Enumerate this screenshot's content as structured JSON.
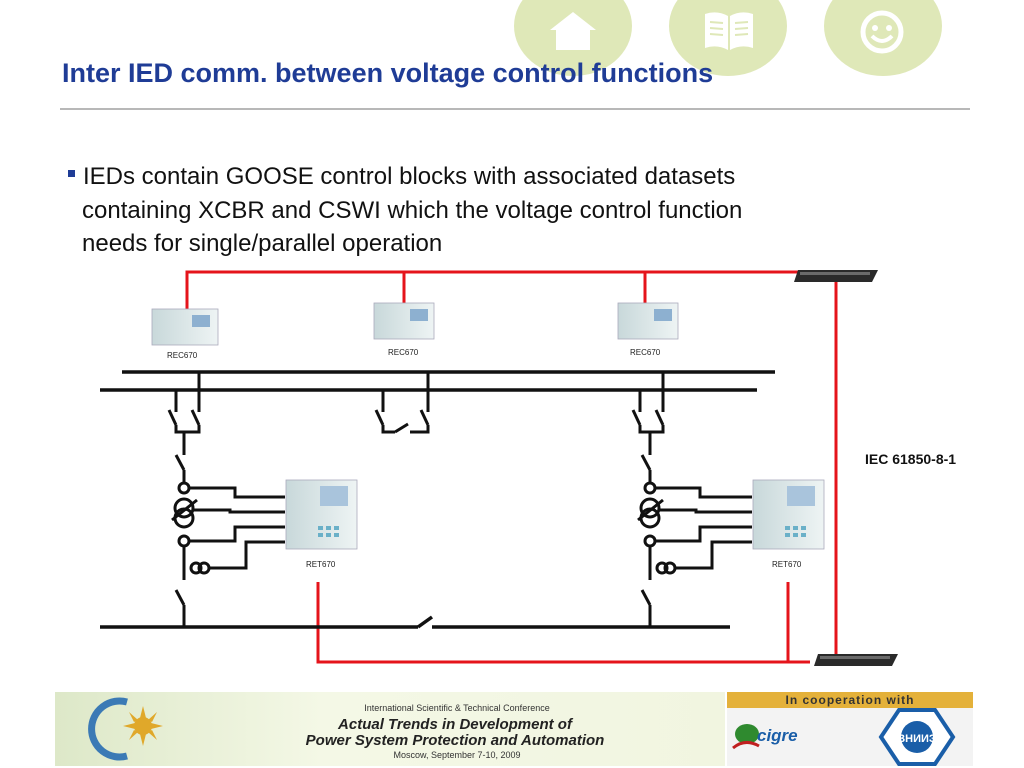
{
  "slide": {
    "title": "Inter IED comm. between voltage control functions",
    "bullet_lines": [
      "IEDs contain GOOSE control blocks with associated datasets",
      "containing XCBR and CSWI which the voltage control function",
      "needs for single/parallel operation"
    ]
  },
  "nav": [
    {
      "icon": "home-icon"
    },
    {
      "icon": "book-icon"
    },
    {
      "icon": "smiley-icon"
    }
  ],
  "diagram": {
    "rec_labels": [
      "REC670",
      "REC670",
      "REC670"
    ],
    "ret_labels": [
      "RET670",
      "RET670"
    ],
    "network_label": "IEC 61850-8-1",
    "colors": {
      "link": "#e5141b",
      "bus": "#111111",
      "device": "#d6e4e6"
    }
  },
  "footer": {
    "conference_line1": "International Scientific & Technical Conference",
    "conference_line2": "Actual Trends in Development of",
    "conference_line3": "Power System Protection and Automation",
    "conference_line4": "Moscow, September 7-10, 2009",
    "cooperation": "In cooperation with",
    "partner1": "cigre",
    "partner2": "ВНИИЭ"
  }
}
